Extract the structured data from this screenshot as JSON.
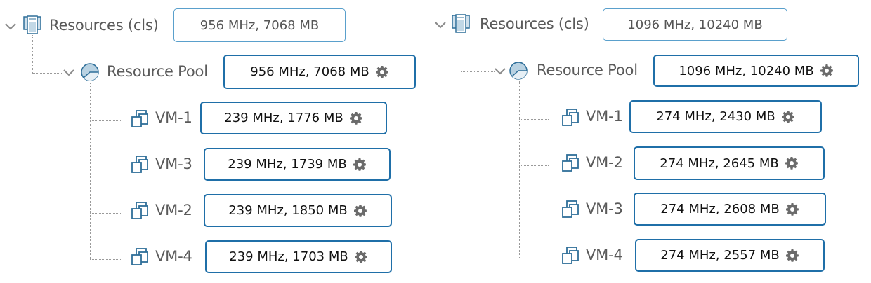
{
  "colors": {
    "active_border": "#1f6fa8",
    "root_border": "#5aa0cc",
    "icon_blue": "#2f6f99",
    "gear_grey": "#6b6b6b",
    "label_grey": "#5a5a5a"
  },
  "trees": [
    {
      "root": {
        "label": "Resources (cls)",
        "value": "956 MHz, 7068 MB",
        "icon": "cluster-icon"
      },
      "pool": {
        "label": "Resource Pool",
        "value": "956 MHz, 7068 MB",
        "icon": "resource-pool-icon",
        "action_icon": "gear-icon"
      },
      "vms": [
        {
          "label": "VM-1",
          "value": "239 MHz, 1776 MB",
          "icon": "vm-icon",
          "action_icon": "gear-icon"
        },
        {
          "label": "VM-3",
          "value": "239 MHz, 1739 MB",
          "icon": "vm-icon",
          "action_icon": "gear-icon"
        },
        {
          "label": "VM-2",
          "value": "239 MHz, 1850 MB",
          "icon": "vm-icon",
          "action_icon": "gear-icon"
        },
        {
          "label": "VM-4",
          "value": "239 MHz, 1703 MB",
          "icon": "vm-icon",
          "action_icon": "gear-icon"
        }
      ]
    },
    {
      "root": {
        "label": "Resources (cls)",
        "value": "1096 MHz, 10240 MB",
        "icon": "cluster-icon"
      },
      "pool": {
        "label": "Resource Pool",
        "value": "1096 MHz, 10240 MB",
        "icon": "resource-pool-icon",
        "action_icon": "gear-icon"
      },
      "vms": [
        {
          "label": "VM-1",
          "value": "274 MHz, 2430 MB",
          "icon": "vm-icon",
          "action_icon": "gear-icon"
        },
        {
          "label": "VM-2",
          "value": "274 MHz, 2645 MB",
          "icon": "vm-icon",
          "action_icon": "gear-icon"
        },
        {
          "label": "VM-3",
          "value": "274 MHz, 2608 MB",
          "icon": "vm-icon",
          "action_icon": "gear-icon"
        },
        {
          "label": "VM-4",
          "value": "274 MHz, 2557 MB",
          "icon": "vm-icon",
          "action_icon": "gear-icon"
        }
      ]
    }
  ]
}
